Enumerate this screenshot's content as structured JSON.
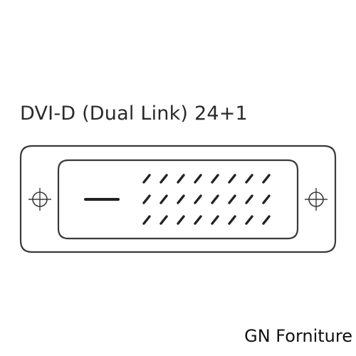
{
  "diagram": {
    "title": "DVI-D (Dual Link) 24+1",
    "pin_rows": 3,
    "pins_per_row": 8,
    "ground_blade_count": 1,
    "screw_holes": 2
  },
  "footer": {
    "brand": "GN Forniture"
  },
  "colors": {
    "stroke": "#3a3a3a",
    "text": "#2a2a2a",
    "background": "#ffffff"
  }
}
